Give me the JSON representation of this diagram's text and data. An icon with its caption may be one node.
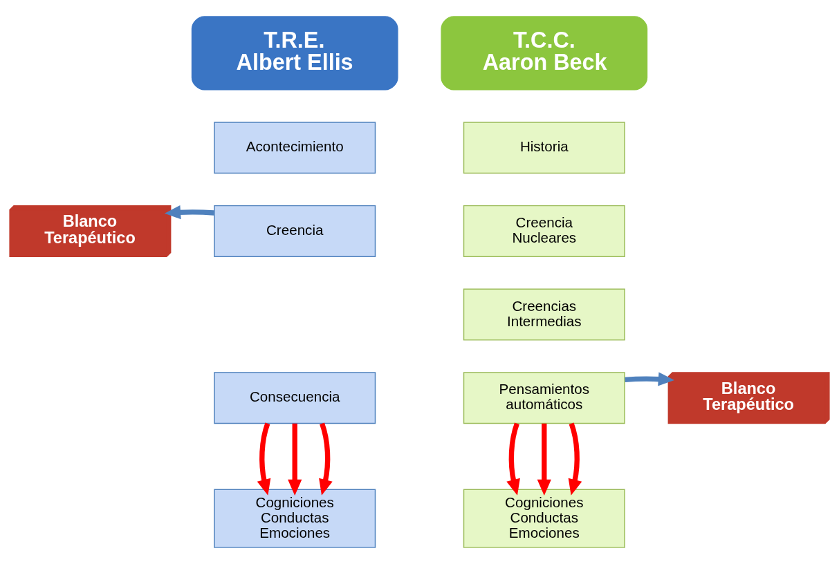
{
  "diagram": {
    "nodes": [
      {
        "text": [
          "T.R.E. Albert Ellis"
        ]
      },
      {
        "text": [
          "T.C.C. Aaron Beck"
        ]
      },
      {
        "text": [
          "Acontecimiento"
        ]
      },
      {
        "text": [
          "Historia"
        ]
      },
      {
        "text": [
          "Blanco Terapéutico"
        ]
      },
      {
        "text": [
          "Creencia"
        ]
      },
      {
        "text": [
          "Creencia Nucleares"
        ]
      },
      {
        "text": [
          "Creencias Intermedias"
        ]
      },
      {
        "text": [
          "Consecuencia"
        ]
      },
      {
        "text": [
          "Pensamientos automáticos"
        ]
      },
      {
        "text": [
          "Blanco Terapéutico"
        ]
      },
      {
        "text": [
          "Cogniciones Conductas Emociones"
        ]
      },
      {
        "text": [
          "Cogniciones Conductas Emociones"
        ]
      }
    ],
    "edges": [
      {
        "from": 5,
        "to": 4,
        "arrow": "to",
        "color": "#4f81bd"
      },
      {
        "from": 9,
        "to": 10,
        "arrow": "to",
        "color": "#4f81bd"
      },
      {
        "from": 8,
        "to": 11,
        "arrow": "to",
        "color": "#ff0000"
      },
      {
        "from": 8,
        "to": 11,
        "arrow": "to",
        "color": "#ff0000"
      },
      {
        "from": 8,
        "to": 11,
        "arrow": "to",
        "color": "#ff0000"
      },
      {
        "from": 9,
        "to": 12,
        "arrow": "to",
        "color": "#ff0000"
      },
      {
        "from": 9,
        "to": 12,
        "arrow": "to",
        "color": "#ff0000"
      },
      {
        "from": 9,
        "to": 12,
        "arrow": "to",
        "color": "#ff0000"
      }
    ]
  }
}
